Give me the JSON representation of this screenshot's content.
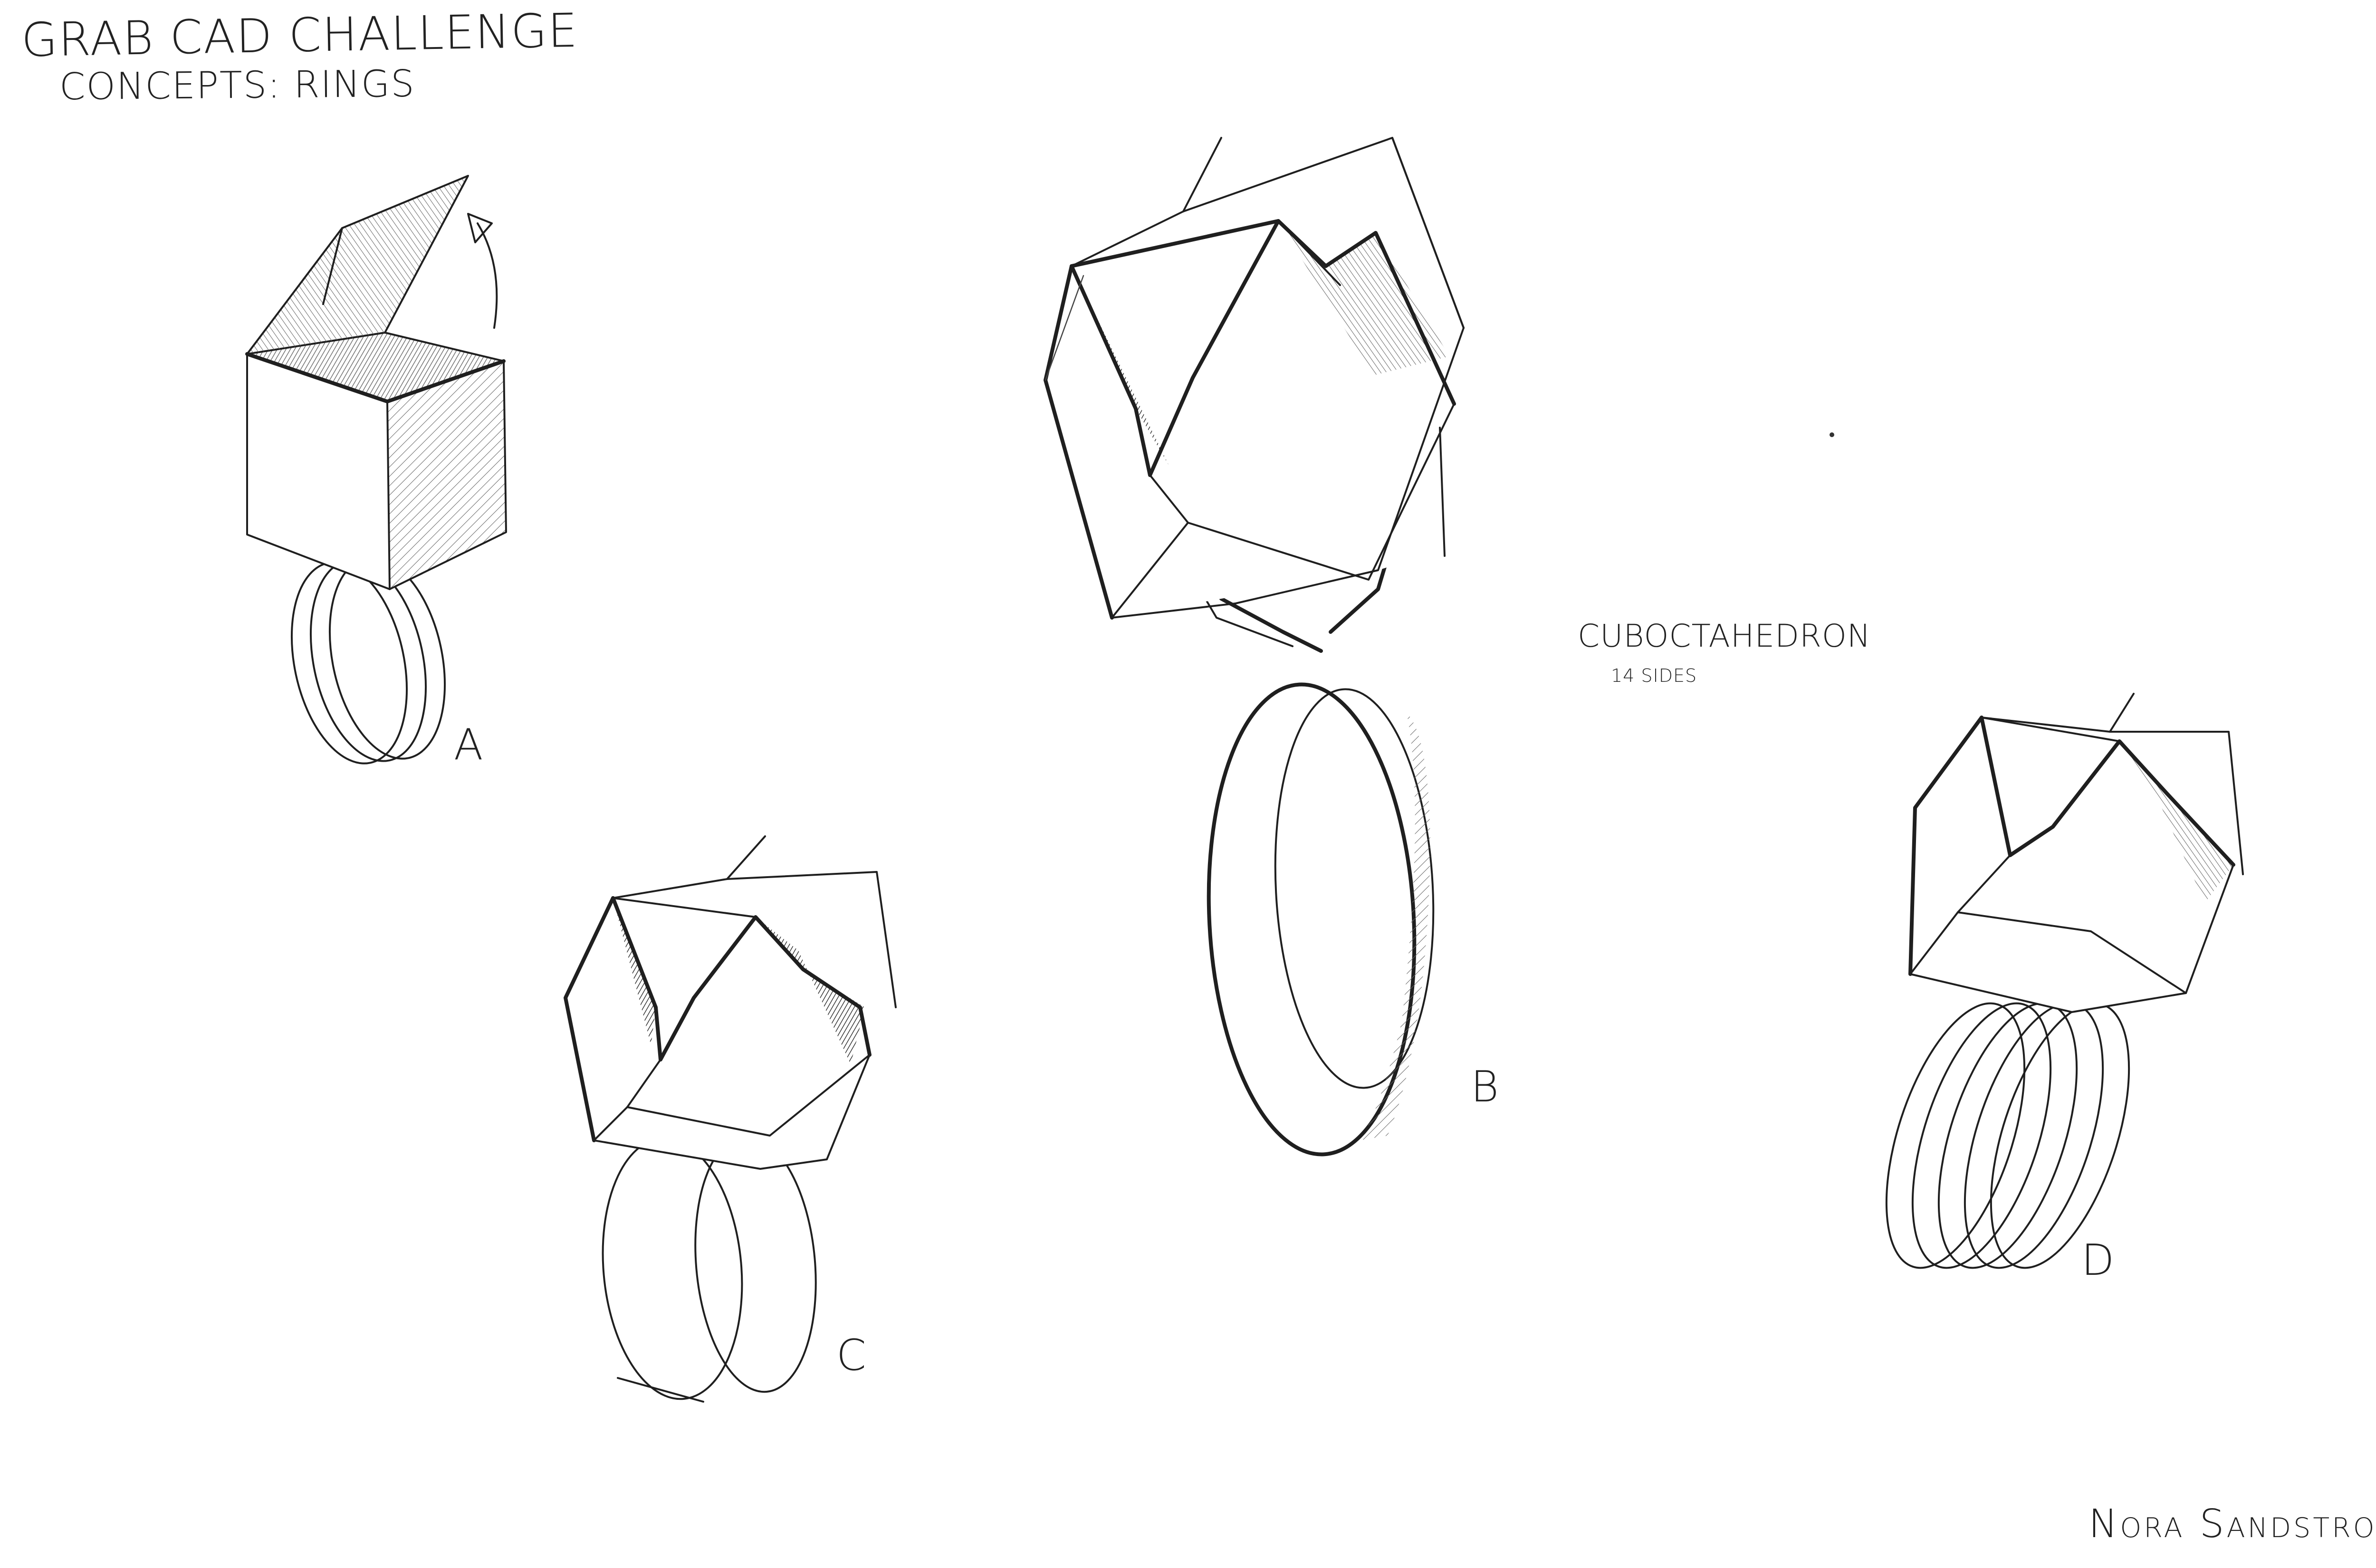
{
  "header": {
    "title": "GRAB CAD CHALLENGE",
    "subtitle": "CONCEPTS: RINGS"
  },
  "annotations": {
    "polyhedron_name": "CUBOCTAHEDRON",
    "polyhedron_sides": "14 SIDES"
  },
  "concept_labels": {
    "a": "A",
    "b": "B",
    "c": "C",
    "d": "D"
  },
  "author": "Nora Sandstrom",
  "icons": [
    "ring-a-box-sketch",
    "ring-b-cuboctahedron-sketch",
    "ring-c-cuboctahedron-sketch",
    "ring-d-cuboctahedron-sketch",
    "rotate-arrow-icon"
  ]
}
